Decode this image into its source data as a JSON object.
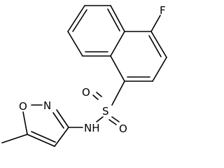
{
  "molecule": {
    "atoms": {
      "fluorine": "F",
      "oxygen_top": "O",
      "sulfur": "S",
      "oxygen_bottom": "O",
      "amine": "NH",
      "isoxazole_oxygen": "O",
      "isoxazole_nitrogen": "N"
    },
    "colors": {
      "bond": "#000000",
      "label": "#000000",
      "background": "#ffffff"
    }
  }
}
